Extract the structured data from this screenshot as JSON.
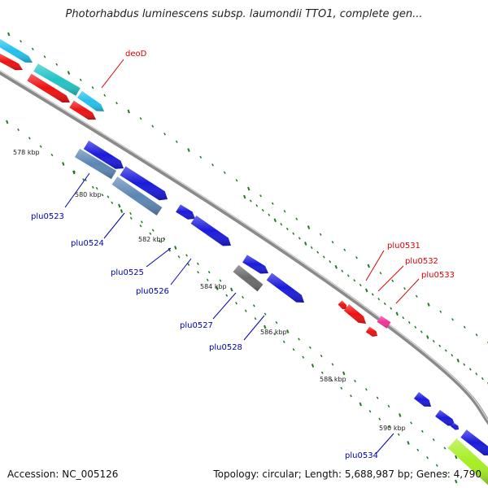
{
  "title": "Photorhabdus luminescens subsp. laumondii TTO1, complete gen...",
  "footer": {
    "accession": "Accession: NC_005126",
    "topology": "Topology: circular; Length: 5,688,987 bp; Genes: 4,790"
  },
  "colors": {
    "backbone": "#8a8a8a",
    "tick": "#1f7a1f",
    "blue_gene": "#1a1adc",
    "steel_gene": "#5b86b4",
    "teal_gene": "#22c4c4",
    "cyan_gene": "#22c0ee",
    "red_gene": "#ee1111",
    "magenta_gene": "#ee3399",
    "gray_gene": "#6a6a6a",
    "lime_gene": "#a6ee22",
    "label_blue": "#0000b0",
    "label_red": "#dd0000"
  },
  "ruler_labels": [
    "578 kbp",
    "580 kbp",
    "582 kbp",
    "584 kbp",
    "586 kbp",
    "588 kbp",
    "590 kbp"
  ],
  "gene_labels": {
    "deoD": "deoD",
    "plu0523": "plu0523",
    "plu0524": "plu0524",
    "plu0525": "plu0525",
    "plu0526": "plu0526",
    "plu0527": "plu0527",
    "plu0528": "plu0528",
    "plu0531": "plu0531",
    "plu0532": "plu0532",
    "plu0533": "plu0533",
    "plu0534": "plu0534"
  }
}
